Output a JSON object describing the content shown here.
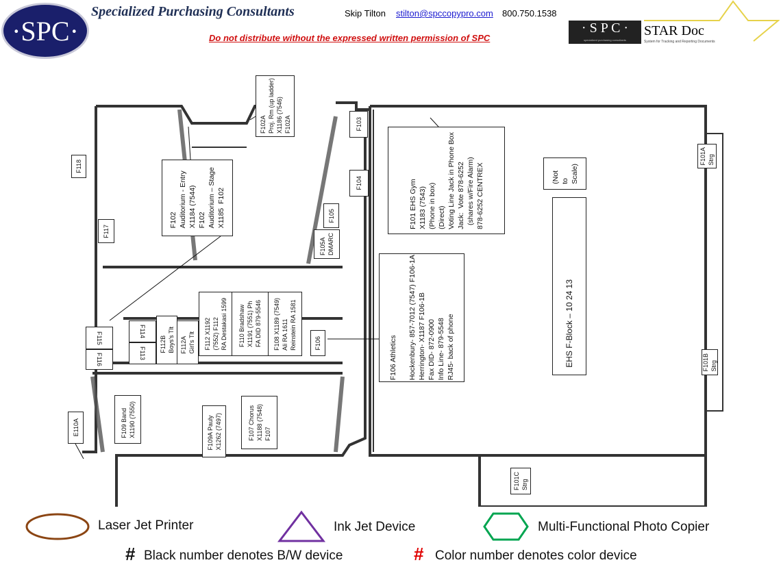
{
  "header": {
    "company": "Specialized Purchasing Consultants",
    "contact_name": "Skip Tilton",
    "email": "stilton@spccopypro.com",
    "phone": "800.750.1538",
    "warning": "Do not distribute without the expressed written permission of SPC",
    "logo_left": "SPC",
    "logo_right_spc": "· S P C ·",
    "logo_right_title": "STAR Doc",
    "logo_right_sub1": "specialized purchasing consultants",
    "logo_right_sub2": "System for Tracking and Reporting Documents"
  },
  "rooms": {
    "f102a": [
      "F102A",
      "Proj. Rm (up ladder)",
      "X1186 (7546)",
      "F102A"
    ],
    "auditorium": [
      "F102",
      "Auditorium - Entry",
      "X1184 (7544)",
      "F102",
      "Auditorium – Stage",
      "X1185  F102"
    ],
    "f103": "F103",
    "f104": "F104",
    "f105": "F105",
    "f105a": [
      "F105A",
      "DMARC"
    ],
    "f118": "F118",
    "f117": "F117",
    "f115": "F115",
    "f116": "F116",
    "f114": "F114",
    "f113": "F113",
    "f112b": [
      "F112B",
      "Boys's Tlt"
    ],
    "f112a": [
      "F112A",
      "Girl's Tlt"
    ],
    "f112": [
      "F112 X1192",
      "(7552) F112",
      "RA Destakasi 1599"
    ],
    "f110": [
      "F110 Bradshaw",
      "X1191 (7551) Ph",
      "FA DID 879-5546"
    ],
    "f108": [
      "F108 X1189 (7549)",
      "Ali RA 1611",
      "Reinstein RA 1581"
    ],
    "f106": "F106",
    "athletics": [
      "F106 Athletics",
      "",
      "Hockenbury- 857-7012 (7547) F106-1A",
      "Herrington- X1187 F106-1B",
      "Fax DID- 872-0900",
      "Info Line- 879-5548",
      "RJ45- back of phone"
    ],
    "gym": [
      "F101 EHS Gym",
      "X1183 (7543)",
      "(Phone in box)",
      "(Direct)",
      "",
      "Voting Line Jack in Phone Box",
      "Jack:  Vote 878-6252",
      "  (shares w/Fire Alarm)",
      "",
      "878-6252 CENTREX"
    ],
    "not_to_scale": [
      "(Not",
      "to",
      "Scale)"
    ],
    "block_title": "EHS F-Block – 10 24 13",
    "f101a": [
      "F101A",
      "Strg"
    ],
    "f101b": [
      "F101B",
      "Strg"
    ],
    "f101c": [
      "F101C",
      "Strg"
    ],
    "f109": [
      "F109 Band",
      "X1190 (7550)"
    ],
    "f109a": [
      "F109A Pauly",
      "X1262 (7497)"
    ],
    "f107": [
      "F107 Chorus",
      "X1188 (7548)",
      "F107"
    ],
    "e110a": "E110A"
  },
  "legend": {
    "laser": "Laser Jet Printer",
    "inkjet": "Ink Jet Device",
    "mfp": "Multi-Functional Photo Copier",
    "hash": "#",
    "bw": "Black number denotes B/W device",
    "color": "Color number denotes color device",
    "colors": {
      "laser": "#8B4513",
      "inkjet": "#7030A0",
      "mfp": "#00A550",
      "color_hash": "#E00000"
    }
  }
}
